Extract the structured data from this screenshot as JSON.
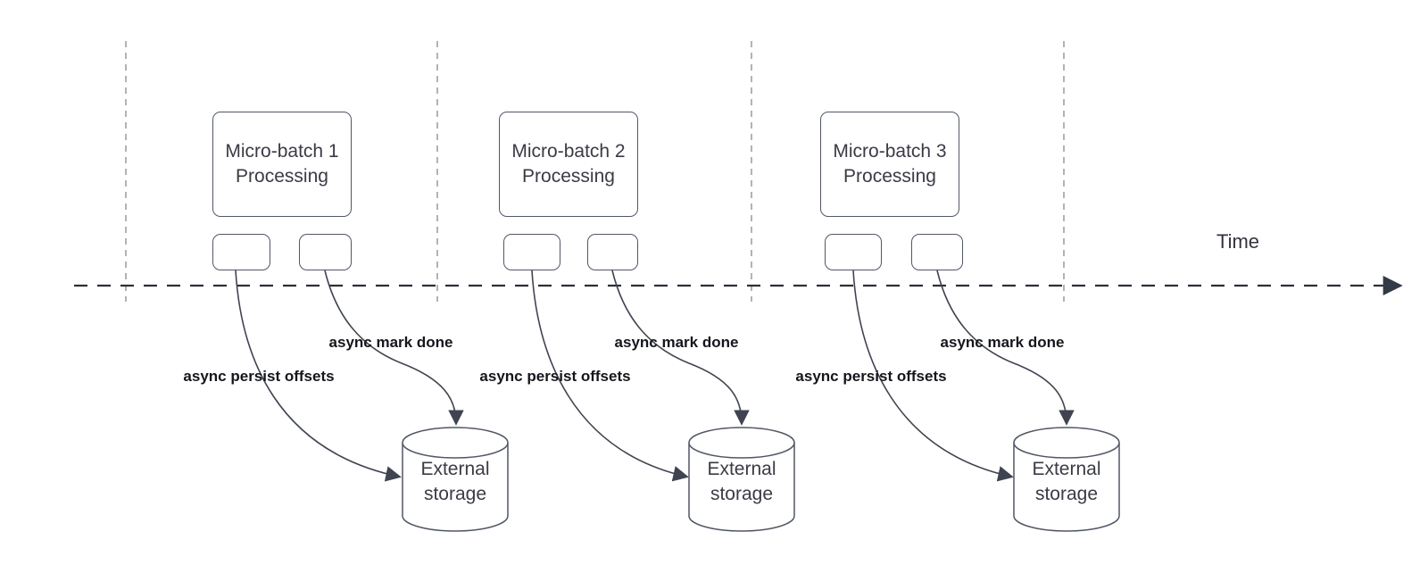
{
  "time_axis": {
    "label": "Time"
  },
  "groups": [
    {
      "box": {
        "line1": "Micro-batch 1",
        "line2": "Processing"
      },
      "persist_label": "async persist offsets",
      "markdone_label": "async mark done",
      "storage": {
        "line1": "External",
        "line2": "storage"
      }
    },
    {
      "box": {
        "line1": "Micro-batch 2",
        "line2": "Processing"
      },
      "persist_label": "async persist offsets",
      "markdone_label": "async mark done",
      "storage": {
        "line1": "External",
        "line2": "storage"
      }
    },
    {
      "box": {
        "line1": "Micro-batch 3",
        "line2": "Processing"
      },
      "persist_label": "async persist offsets",
      "markdone_label": "async mark done",
      "storage": {
        "line1": "External",
        "line2": "storage"
      }
    }
  ],
  "colors": {
    "shape_stroke": "#515765",
    "curve_stroke": "#3f4450",
    "axis_stroke": "#2e2f39",
    "guide_stroke": "#b3b3b3",
    "label_text": "#15161c",
    "shape_text": "#3a3b45",
    "background": "#ffffff"
  }
}
